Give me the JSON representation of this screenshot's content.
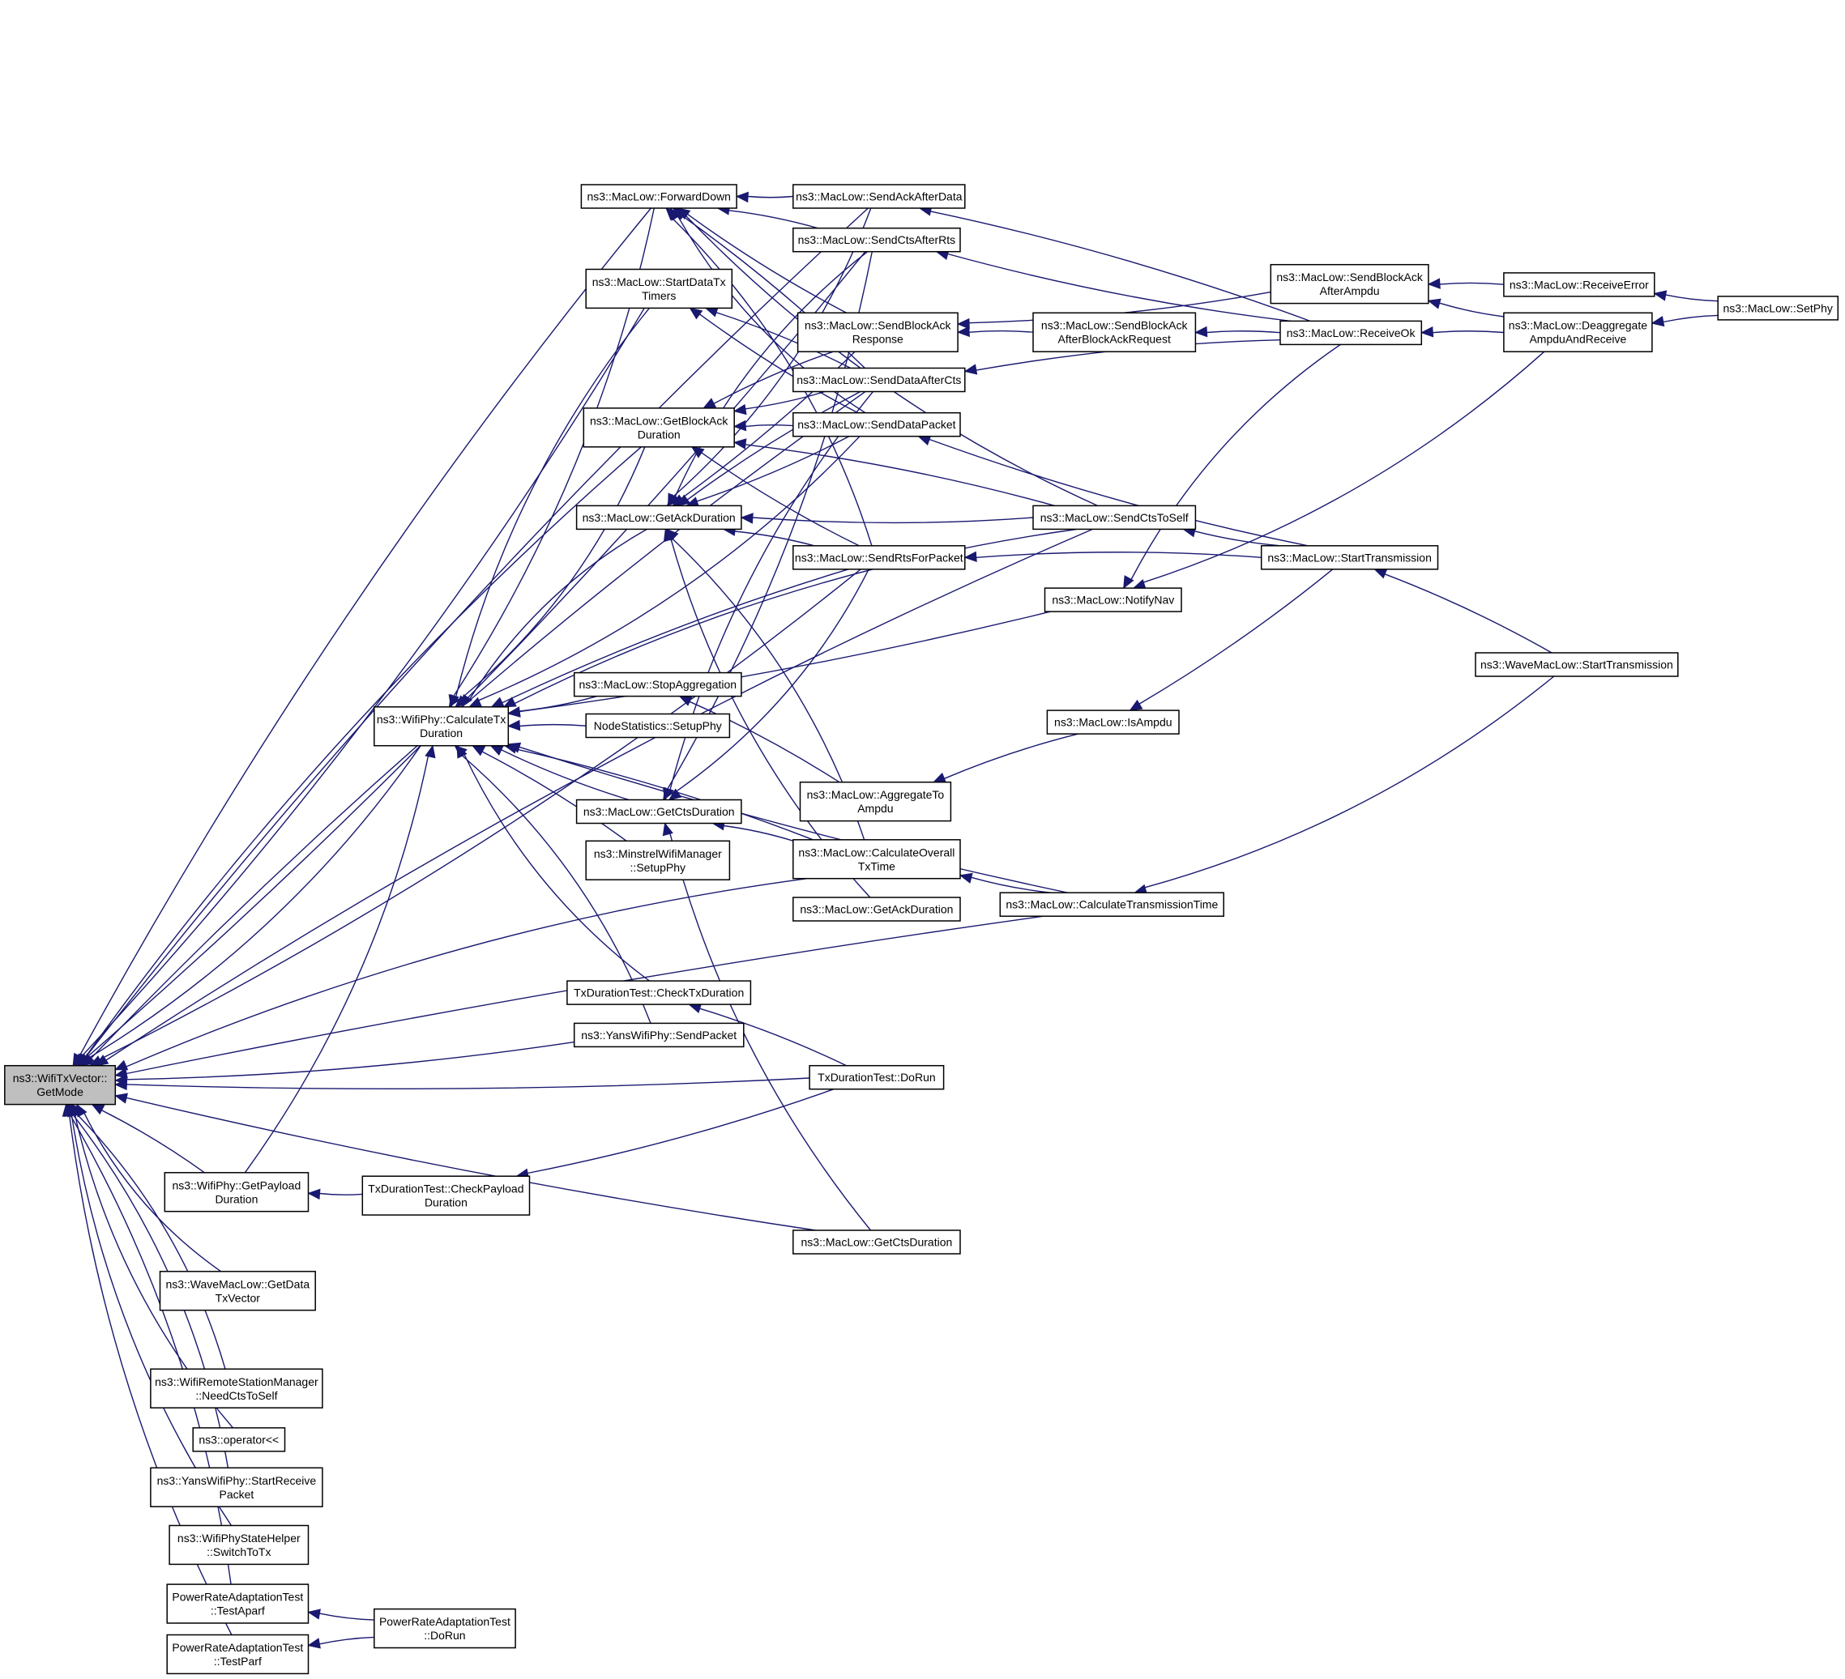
{
  "graph": {
    "colors": {
      "edge": "#191970",
      "node_border": "#000000",
      "root_fill": "#bfbfbf",
      "node_fill": "#ffffff"
    },
    "nodes": {
      "root": [
        "ns3::WifiTxVector::",
        "GetMode"
      ],
      "calc_tx_duration": [
        "ns3::WifiPhy::CalculateTx",
        "Duration"
      ],
      "get_payload_duration": [
        "ns3::WifiPhy::GetPayload",
        "Duration"
      ],
      "wave_get_data_tx_vector": [
        "ns3::WaveMacLow::GetData",
        "TxVector"
      ],
      "need_cts_to_self": [
        "ns3::WifiRemoteStationManager",
        "::NeedCtsToSelf"
      ],
      "operator_ll": [
        "ns3::operator<<"
      ],
      "yans_start_receive": [
        "ns3::YansWifiPhy::StartReceive",
        "Packet"
      ],
      "switch_to_tx": [
        "ns3::WifiPhyStateHelper",
        "::SwitchToTx"
      ],
      "test_aparf": [
        "PowerRateAdaptationTest",
        "::TestAparf"
      ],
      "test_parf": [
        "PowerRateAdaptationTest",
        "::TestParf"
      ],
      "prat_do_run": [
        "PowerRateAdaptationTest",
        "::DoRun"
      ],
      "check_payload_duration": [
        "TxDurationTest::CheckPayload",
        "Duration"
      ],
      "forward_down": [
        "ns3::MacLow::ForwardDown"
      ],
      "start_data_tx_timers": [
        "ns3::MacLow::StartDataTx",
        "Timers"
      ],
      "get_block_ack_duration": [
        "ns3::MacLow::GetBlockAck",
        "Duration"
      ],
      "get_ack_duration": [
        "ns3::MacLow::GetAckDuration"
      ],
      "stop_aggregation": [
        "ns3::MacLow::StopAggregation"
      ],
      "node_stats_setup_phy": [
        "NodeStatistics::SetupPhy"
      ],
      "get_cts_duration": [
        "ns3::MacLow::GetCtsDuration"
      ],
      "minstrel_setup_phy": [
        "ns3::MinstrelWifiManager",
        "::SetupPhy"
      ],
      "check_tx_duration": [
        "TxDurationTest::CheckTxDuration"
      ],
      "yans_send_packet": [
        "ns3::YansWifiPhy::SendPacket"
      ],
      "send_ack_after_data": [
        "ns3::MacLow::SendAckAfterData"
      ],
      "send_cts_after_rts": [
        "ns3::MacLow::SendCtsAfterRts"
      ],
      "send_block_ack_response": [
        "ns3::MacLow::SendBlockAck",
        "Response"
      ],
      "send_data_after_cts": [
        "ns3::MacLow::SendDataAfterCts"
      ],
      "send_data_packet": [
        "ns3::MacLow::SendDataPacket"
      ],
      "send_rts_for_packet": [
        "ns3::MacLow::SendRtsForPacket"
      ],
      "aggregate_to_ampdu": [
        "ns3::MacLow::AggregateTo",
        "Ampdu"
      ],
      "calc_overall_tx_time": [
        "ns3::MacLow::CalculateOverall",
        "TxTime"
      ],
      "get_ack_duration_2": [
        "ns3::MacLow::GetAckDuration"
      ],
      "tdt_do_run": [
        "TxDurationTest::DoRun"
      ],
      "get_cts_duration_2": [
        "ns3::MacLow::GetCtsDuration"
      ],
      "send_ba_after_bar": [
        "ns3::MacLow::SendBlockAck",
        "AfterBlockAckRequest"
      ],
      "send_cts_to_self": [
        "ns3::MacLow::SendCtsToSelf"
      ],
      "notify_nav": [
        "ns3::MacLow::NotifyNav"
      ],
      "is_ampdu": [
        "ns3::MacLow::IsAmpdu"
      ],
      "calc_transmission_time": [
        "ns3::MacLow::CalculateTransmissionTime"
      ],
      "send_ba_after_ampdu": [
        "ns3::MacLow::SendBlockAck",
        "AfterAmpdu"
      ],
      "receive_ok": [
        "ns3::MacLow::ReceiveOk"
      ],
      "start_transmission": [
        "ns3::MacLow::StartTransmission"
      ],
      "receive_error": [
        "ns3::MacLow::ReceiveError"
      ],
      "deaggregate": [
        "ns3::MacLow::Deaggregate",
        "AmpduAndReceive"
      ],
      "wave_start_transmission": [
        "ns3::WaveMacLow::StartTransmission"
      ],
      "set_phy": [
        "ns3::MacLow::SetPhy"
      ]
    },
    "edges": [
      [
        "calc_tx_duration",
        "root"
      ],
      [
        "get_payload_duration",
        "root"
      ],
      [
        "wave_get_data_tx_vector",
        "root"
      ],
      [
        "need_cts_to_self",
        "root"
      ],
      [
        "operator_ll",
        "root"
      ],
      [
        "yans_start_receive",
        "root"
      ],
      [
        "switch_to_tx",
        "root"
      ],
      [
        "test_aparf",
        "root"
      ],
      [
        "test_parf",
        "root"
      ],
      [
        "forward_down",
        "root"
      ],
      [
        "start_data_tx_timers",
        "root"
      ],
      [
        "get_block_ack_duration",
        "root"
      ],
      [
        "yans_send_packet",
        "root"
      ],
      [
        "send_ack_after_data",
        "root"
      ],
      [
        "send_cts_after_rts",
        "root"
      ],
      [
        "send_data_after_cts",
        "root"
      ],
      [
        "send_rts_for_packet",
        "root"
      ],
      [
        "calc_overall_tx_time",
        "root"
      ],
      [
        "tdt_do_run",
        "root"
      ],
      [
        "send_cts_to_self",
        "root"
      ],
      [
        "get_cts_duration_2",
        "root"
      ],
      [
        "calc_transmission_time",
        "root"
      ],
      [
        "prat_do_run",
        "test_aparf"
      ],
      [
        "prat_do_run",
        "test_parf"
      ],
      [
        "check_payload_duration",
        "get_payload_duration"
      ],
      [
        "get_payload_duration",
        "calc_tx_duration"
      ],
      [
        "forward_down",
        "calc_tx_duration"
      ],
      [
        "start_data_tx_timers",
        "calc_tx_duration"
      ],
      [
        "get_block_ack_duration",
        "calc_tx_duration"
      ],
      [
        "get_ack_duration",
        "calc_tx_duration"
      ],
      [
        "stop_aggregation",
        "calc_tx_duration"
      ],
      [
        "node_stats_setup_phy",
        "calc_tx_duration"
      ],
      [
        "get_cts_duration",
        "calc_tx_duration"
      ],
      [
        "minstrel_setup_phy",
        "calc_tx_duration"
      ],
      [
        "check_tx_duration",
        "calc_tx_duration"
      ],
      [
        "yans_send_packet",
        "calc_tx_duration"
      ],
      [
        "send_data_packet",
        "calc_tx_duration"
      ],
      [
        "send_rts_for_packet",
        "calc_tx_duration"
      ],
      [
        "notify_nav",
        "calc_tx_duration"
      ],
      [
        "calc_overall_tx_time",
        "calc_tx_duration"
      ],
      [
        "calc_transmission_time",
        "calc_tx_duration"
      ],
      [
        "send_cts_to_self",
        "calc_tx_duration"
      ],
      [
        "send_ack_after_data",
        "forward_down"
      ],
      [
        "send_cts_after_rts",
        "forward_down"
      ],
      [
        "send_block_ack_response",
        "forward_down"
      ],
      [
        "send_data_after_cts",
        "forward_down"
      ],
      [
        "send_data_packet",
        "forward_down"
      ],
      [
        "send_rts_for_packet",
        "forward_down"
      ],
      [
        "send_cts_to_self",
        "forward_down"
      ],
      [
        "send_data_after_cts",
        "start_data_tx_timers"
      ],
      [
        "send_data_packet",
        "start_data_tx_timers"
      ],
      [
        "send_block_ack_response",
        "get_block_ack_duration"
      ],
      [
        "send_data_after_cts",
        "get_block_ack_duration"
      ],
      [
        "send_data_packet",
        "get_block_ack_duration"
      ],
      [
        "send_rts_for_packet",
        "get_block_ack_duration"
      ],
      [
        "send_cts_to_self",
        "get_block_ack_duration"
      ],
      [
        "send_ack_after_data",
        "get_ack_duration"
      ],
      [
        "send_cts_after_rts",
        "get_ack_duration"
      ],
      [
        "send_block_ack_response",
        "get_ack_duration"
      ],
      [
        "send_data_after_cts",
        "get_ack_duration"
      ],
      [
        "send_data_packet",
        "get_ack_duration"
      ],
      [
        "send_rts_for_packet",
        "get_ack_duration"
      ],
      [
        "send_cts_to_self",
        "get_ack_duration"
      ],
      [
        "calc_overall_tx_time",
        "get_ack_duration"
      ],
      [
        "get_ack_duration_2",
        "get_ack_duration"
      ],
      [
        "aggregate_to_ampdu",
        "stop_aggregation"
      ],
      [
        "send_cts_after_rts",
        "get_cts_duration"
      ],
      [
        "send_data_after_cts",
        "get_cts_duration"
      ],
      [
        "send_rts_for_packet",
        "get_cts_duration"
      ],
      [
        "calc_overall_tx_time",
        "get_cts_duration"
      ],
      [
        "get_cts_duration_2",
        "get_cts_duration"
      ],
      [
        "tdt_do_run",
        "check_tx_duration"
      ],
      [
        "tdt_do_run",
        "check_payload_duration"
      ],
      [
        "receive_ok",
        "send_ack_after_data"
      ],
      [
        "receive_ok",
        "send_cts_after_rts"
      ],
      [
        "send_ba_after_bar",
        "send_block_ack_response"
      ],
      [
        "send_ba_after_ampdu",
        "send_block_ack_response"
      ],
      [
        "receive_ok",
        "send_data_after_cts"
      ],
      [
        "start_transmission",
        "send_data_packet"
      ],
      [
        "start_transmission",
        "send_rts_for_packet"
      ],
      [
        "start_transmission",
        "send_cts_to_self"
      ],
      [
        "receive_ok",
        "notify_nav"
      ],
      [
        "deaggregate",
        "notify_nav"
      ],
      [
        "is_ampdu",
        "aggregate_to_ampdu"
      ],
      [
        "calc_transmission_time",
        "calc_overall_tx_time"
      ],
      [
        "receive_ok",
        "send_ba_after_bar"
      ],
      [
        "start_transmission",
        "is_ampdu"
      ],
      [
        "wave_start_transmission",
        "start_transmission"
      ],
      [
        "wave_start_transmission",
        "calc_transmission_time"
      ],
      [
        "receive_error",
        "send_ba_after_ampdu"
      ],
      [
        "deaggregate",
        "send_ba_after_ampdu"
      ],
      [
        "deaggregate",
        "receive_ok"
      ],
      [
        "set_phy",
        "receive_error"
      ],
      [
        "set_phy",
        "deaggregate"
      ]
    ]
  }
}
